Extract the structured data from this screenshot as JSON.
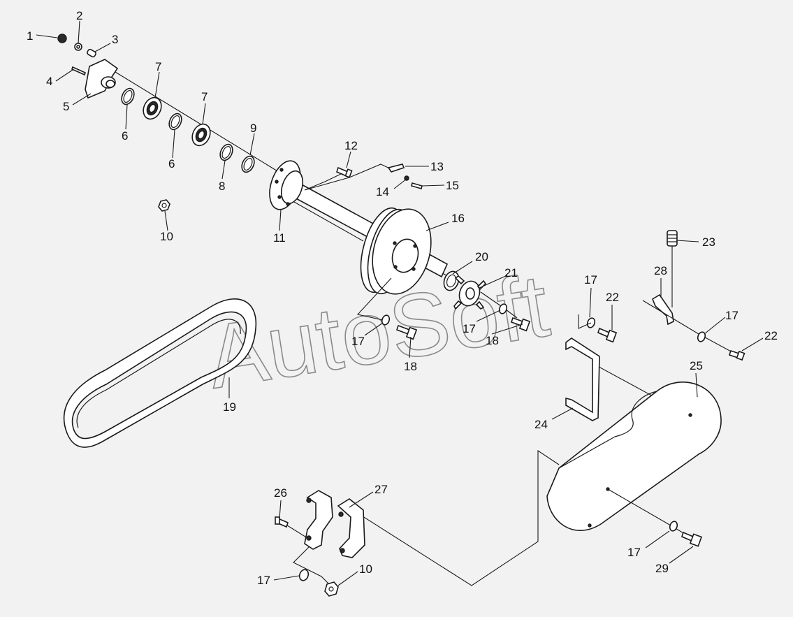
{
  "watermark": {
    "text": "AutoSoft",
    "color": "#8a8a8a"
  },
  "colors": {
    "background": "#f2f2f2",
    "ink": "#1a1a1a",
    "part_fill": "#ffffff"
  },
  "callouts": {
    "c1": "1",
    "c2": "2",
    "c3": "3",
    "c4": "4",
    "c5": "5",
    "c6a": "6",
    "c6b": "6",
    "c7a": "7",
    "c7b": "7",
    "c8": "8",
    "c9": "9",
    "c10a": "10",
    "c10b": "10",
    "c11": "11",
    "c12": "12",
    "c13": "13",
    "c14": "14",
    "c15": "15",
    "c16": "16",
    "c17a": "17",
    "c17b": "17",
    "c17c": "17",
    "c17d": "17",
    "c17e": "17",
    "c17f": "17",
    "c18a": "18",
    "c18b": "18",
    "c19": "19",
    "c20": "20",
    "c21": "21",
    "c22a": "22",
    "c22b": "22",
    "c23": "23",
    "c24": "24",
    "c25": "25",
    "c26": "26",
    "c27": "27",
    "c28": "28",
    "c29": "29"
  }
}
